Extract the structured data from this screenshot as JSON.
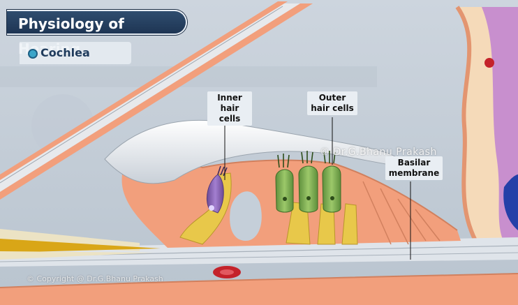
{
  "title": "Physiology of Hearing",
  "subtitle": "Cochlea",
  "labels": {
    "inner_hair_cells": "Inner\nhair cells",
    "outer_hair_cells": "Outer\nhair cells",
    "basilar_membrane": "Basilar\nmembrane"
  },
  "watermark": "© Dr.G.Bhanu Prakash",
  "copyright": "© Copyright @ Dr.G.Bhanu Prakash",
  "colors": {
    "background": "#c9d2dc",
    "title_banner": "#243f61",
    "epithelium": "#f2a07e",
    "hair_cell_green": "#7fae52",
    "support_cell_yellow": "#e8c84a",
    "inner_hair_cell_purple": "#8a62b3",
    "blood_cell_red": "#c4222a",
    "tectorial_membrane": "#f4f6f8"
  }
}
